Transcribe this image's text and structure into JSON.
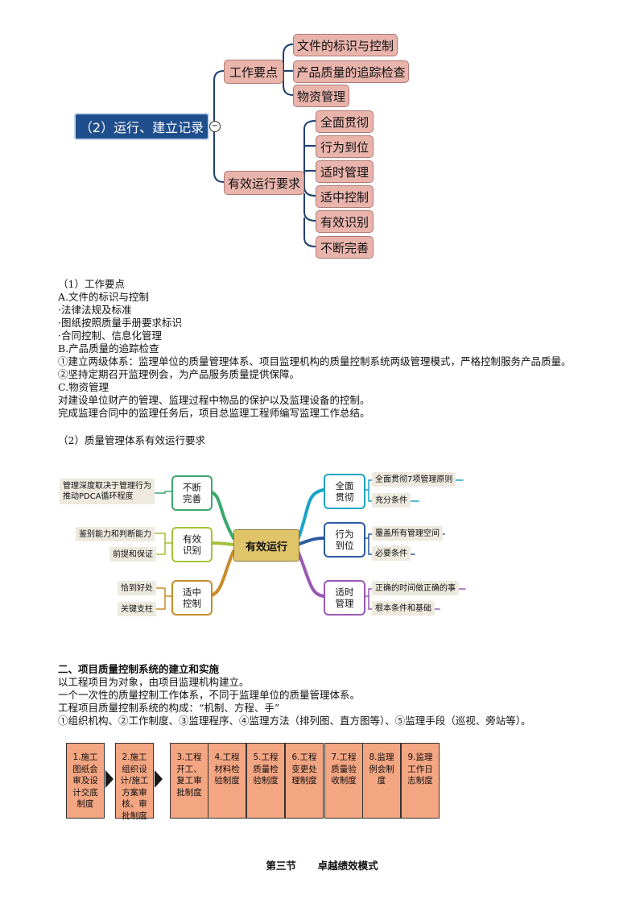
{
  "mindmap1": {
    "root": "（2）运行、建立记录",
    "branch1": {
      "label": "工作要点",
      "children": [
        "文件的标识与控制",
        "产品质量的追踪检查",
        "物资管理"
      ]
    },
    "branch2": {
      "label": "有效运行要求",
      "children": [
        "全面贯彻",
        "行为到位",
        "适时管理",
        "适中控制",
        "有效识别",
        "不断完善"
      ]
    },
    "collapse_symbol": "−"
  },
  "section1": {
    "heading": "（1）工作要点",
    "lines": [
      "A.文件的标识与控制",
      "·法律法规及标准",
      "·图纸按照质量手册要求标识",
      "·合同控制、信息化管理",
      "B.产品质量的追踪检查",
      "①建立两级体系：监理单位的质量管理体系、项目监理机构的质量控制系统两级管理模式，严格控制服务产品质量。",
      "②坚持定期召开监理例会，为产品服务质量提供保障。",
      "C.物资管理",
      "对建设单位财产的管理、监理过程中物品的保护以及监理设备的控制。",
      "完成监理合同中的监理任务后，项目总监理工程师编写监理工作总结。"
    ]
  },
  "section2": {
    "heading": "（2）质量管理体系有效运行要求"
  },
  "mindmap2": {
    "center": "有效运行",
    "right": [
      {
        "label": "全面\n贯彻",
        "leaves": [
          "全面贯彻7项管理原则",
          "充分条件"
        ]
      },
      {
        "label": "行为\n到位",
        "leaves": [
          "覆盖所有管理空间",
          "必要条件"
        ]
      },
      {
        "label": "适时\n管理",
        "leaves": [
          "正确的时间做正确的事",
          "根本条件和基础"
        ]
      }
    ],
    "left": [
      {
        "label": "不断\n完善",
        "leaves": [
          "管理深度取决于管理行为\n推动PDCA循环程度"
        ]
      },
      {
        "label": "有效\n识别",
        "leaves": [
          "鉴别能力和判断能力",
          "前提和保证"
        ]
      },
      {
        "label": "适中\n控制",
        "leaves": [
          "恰到好处",
          "关键支柱"
        ]
      }
    ]
  },
  "section3": {
    "heading": "二、项目质量控制系统的建立和实施",
    "lines": [
      "以工程项目为对象，由项目监理机构建立。",
      "一个一次性的质量控制工作体系，不同于监理单位的质量管理体系。",
      "工程项目质量控制系统的构成：“机制、方程、手”",
      "①组织机构、②工作制度、③监理程序、④监理方法（排列图、直方图等）、⑤监理手段（巡视、旁站等）。"
    ]
  },
  "flow": [
    "1.施工图纸会审及设计交底制度",
    "2.施工组织设计/施工方案审核、审批制度",
    "3.工程开工、复工审批制度",
    "4.工程材料检验制度",
    "5.工程质量检验制度",
    "6.工程变更处理制度",
    "7.工程质量验收制度",
    "8.监理例会制度",
    "9.监理工作日志制度"
  ],
  "footer": {
    "section_label": "第三节",
    "section_title": "卓越绩效模式"
  }
}
